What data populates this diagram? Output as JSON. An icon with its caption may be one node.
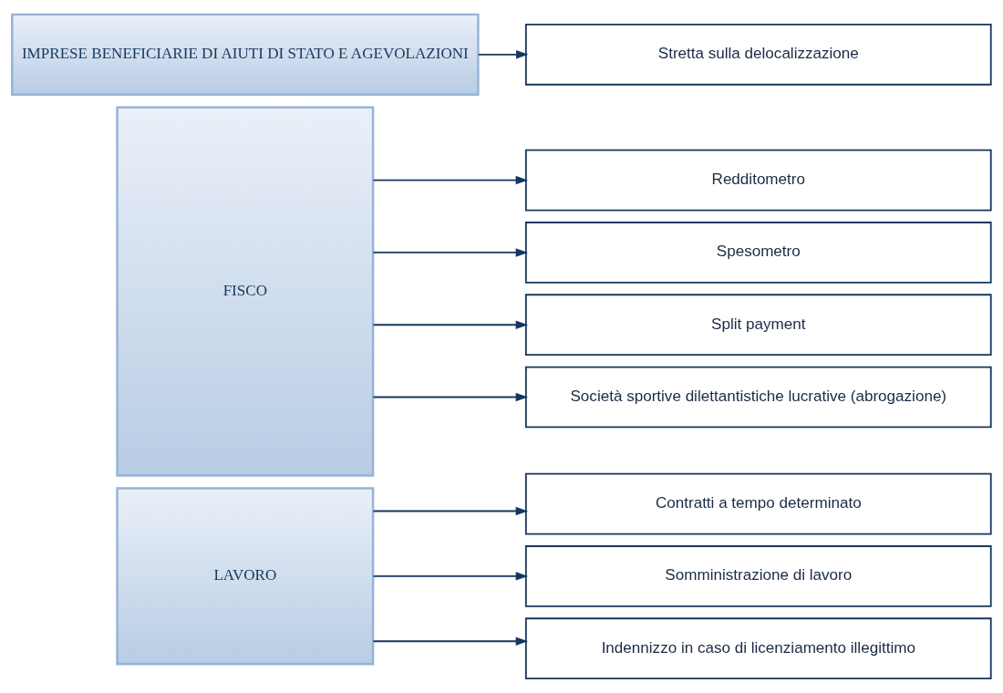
{
  "diagram": {
    "nodes": [
      {
        "text": [
          "LAVORO"
        ]
      },
      {
        "text": [
          "Contratti a tempo determinato"
        ]
      },
      {
        "text": [
          "Somministrazione di lavoro"
        ]
      },
      {
        "text": [
          "Indennizzo in caso di licenziamento illegittimo"
        ]
      },
      {
        "text": [
          "FISCO"
        ]
      },
      {
        "text": [
          "Redditometro"
        ]
      },
      {
        "text": [
          "Spesometro"
        ]
      },
      {
        "text": [
          "Split payment"
        ]
      },
      {
        "text": [
          "Società sportive dilettantistiche lucrative (abrogazione)"
        ]
      },
      {
        "text": [
          "IMPRESE BENEFICIARIE DI AIUTI DI STATO E AGEVOLAZIONI"
        ]
      },
      {
        "text": [
          "Stretta sulla delocalizzazione"
        ]
      }
    ],
    "edges": [
      {
        "from": 0,
        "to": 1,
        "arrow": "to"
      },
      {
        "from": 0,
        "to": 2,
        "arrow": "to"
      },
      {
        "from": 0,
        "to": 3,
        "arrow": "to"
      },
      {
        "from": 4,
        "to": 5,
        "arrow": "to"
      },
      {
        "from": 4,
        "to": 6,
        "arrow": "to"
      },
      {
        "from": 4,
        "to": 7,
        "arrow": "to"
      },
      {
        "from": 4,
        "to": 8,
        "arrow": "to"
      },
      {
        "from": 9,
        "to": 10,
        "arrow": "to"
      }
    ]
  }
}
